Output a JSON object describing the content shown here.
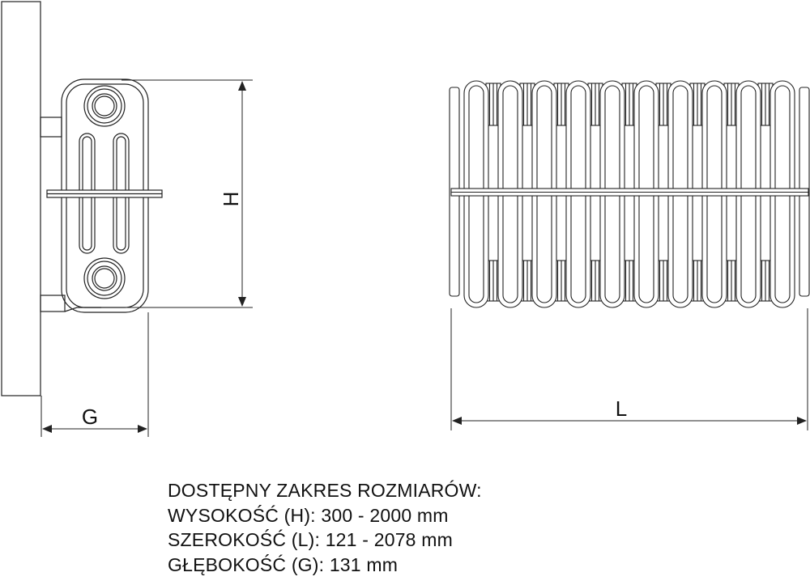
{
  "labels": {
    "height": "H",
    "depth": "G",
    "length": "L"
  },
  "specs": {
    "heading": "DOSTĘPNY ZAKRES ROZMIARÓW:",
    "height_line": "WYSOKOŚĆ (H): 300 - 2000 mm",
    "length_line": "SZEROKOŚĆ (L): 121 - 2078 mm",
    "depth_line": "GŁĘBOKOŚĆ (G): 131 mm"
  },
  "front_view": {
    "column_count": 10
  },
  "colors": {
    "line": "#222222"
  }
}
